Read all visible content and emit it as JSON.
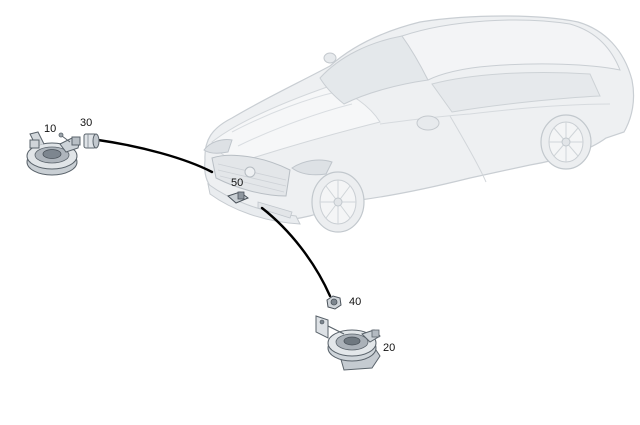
{
  "callouts": {
    "c10": "10",
    "c20": "20",
    "c30": "30",
    "c40": "40",
    "c50": "50"
  },
  "colors": {
    "vehicle_fill": "#eef0f2",
    "vehicle_stroke": "#c9ced3",
    "part_fill": "#d8dde2",
    "part_dark": "#7d868f",
    "part_stroke": "#5a636b",
    "leader_line": "#000000"
  }
}
